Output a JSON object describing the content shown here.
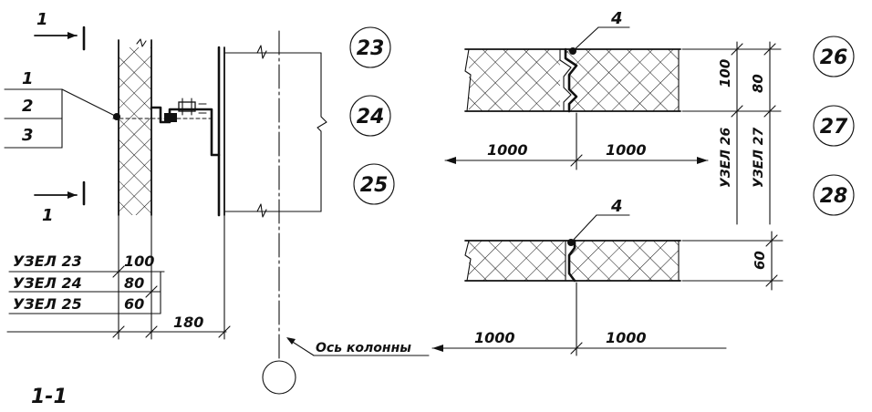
{
  "colors": {
    "ink": "#111111",
    "paper": "#ffffff"
  },
  "section_markers": {
    "top": "1",
    "bottom": "1"
  },
  "callouts_left": [
    "1",
    "2",
    "3"
  ],
  "node_circles": [
    "23",
    "24",
    "25",
    "26",
    "27",
    "28"
  ],
  "table": {
    "rows": [
      {
        "label": "УЗЕЛ 23",
        "value": "100"
      },
      {
        "label": "УЗЕЛ 24",
        "value": "80"
      },
      {
        "label": "УЗЕЛ 25",
        "value": "60"
      }
    ],
    "offset": "180"
  },
  "right_top": {
    "callout": "4",
    "dims_left": "1000",
    "dims_right": "1000",
    "thickness_1": "100",
    "thickness_2": "80",
    "node_label_1": "УЗЕЛ 26",
    "node_label_2": "УЗЕЛ 27"
  },
  "right_bottom": {
    "callout": "4",
    "dims_left": "1000",
    "dims_right": "1000",
    "thickness": "60"
  },
  "axis_label": "Ось колонны",
  "section_title": "1-1"
}
